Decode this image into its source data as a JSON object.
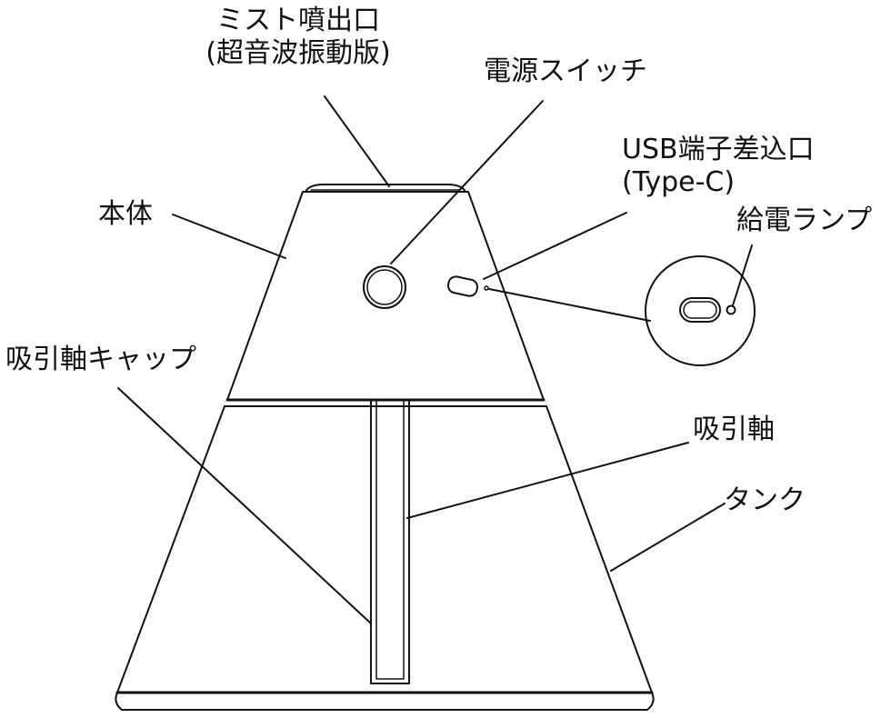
{
  "labels": {
    "mist_outlet": "ミスト噴出口",
    "mist_outlet_sub": "(超音波振動版)",
    "power_switch": "電源スイッチ",
    "usb_port": "USB端子差込口",
    "usb_port_sub": "(Type-C)",
    "power_lamp": "給電ランプ",
    "body": "本体",
    "shaft_cap": "吸引軸キャップ",
    "shaft": "吸引軸",
    "tank": "タンク"
  }
}
